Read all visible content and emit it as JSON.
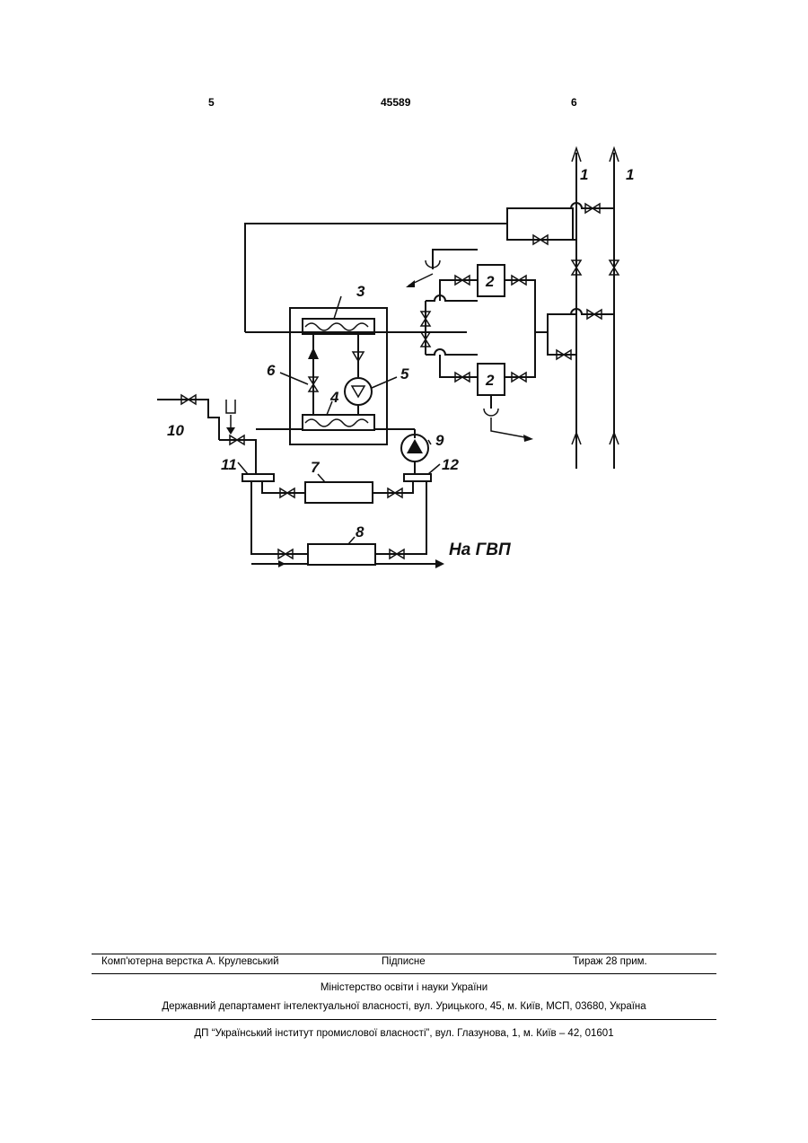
{
  "header": {
    "page_left": "5",
    "patent_number": "45589",
    "page_right": "6"
  },
  "figure": {
    "labels": {
      "l1a": "1",
      "l1b": "1",
      "l2a": "2",
      "l2b": "2",
      "l3": "3",
      "l4": "4",
      "l5": "5",
      "l6": "6",
      "l7": "7",
      "l8": "8",
      "l9": "9",
      "l10": "10",
      "l11": "11",
      "l12": "12",
      "hot_water": "На ГВП"
    }
  },
  "footer": {
    "layout": "Комп'ютерна верстка А. Крулевський",
    "signed": "Підписне",
    "print_run": "Тираж 28 прим.",
    "ministry": "Міністерство освіти і науки України",
    "department": "Державний департамент інтелектуальної власності, вул. Урицького, 45, м. Київ, МСП, 03680, Україна",
    "institute": "ДП “Український інститут промислової власності”, вул. Глазунова, 1, м. Київ – 42, 01601"
  }
}
